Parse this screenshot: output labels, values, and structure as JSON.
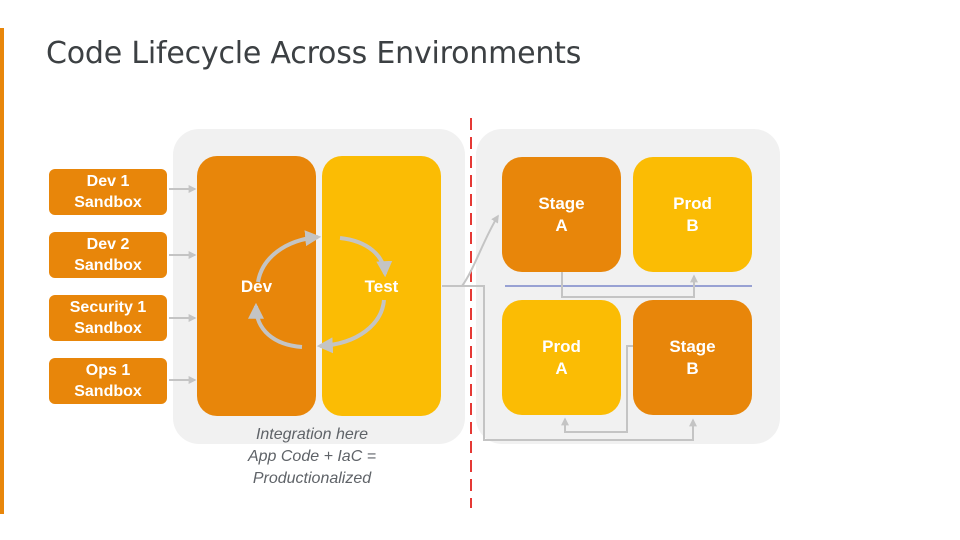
{
  "title": "Code Lifecycle Across Environments",
  "sandboxes": [
    {
      "label": "Dev 1\nSandbox"
    },
    {
      "label": "Dev 2\nSandbox"
    },
    {
      "label": "Security 1\nSandbox"
    },
    {
      "label": "Ops 1\nSandbox"
    }
  ],
  "stages": {
    "dev": "Dev",
    "test": "Test",
    "stage_a": "Stage\nA",
    "prod_b": "Prod\nB",
    "prod_a": "Prod\nA",
    "stage_b": "Stage\nB"
  },
  "caption": [
    "Integration here",
    "App Code + IaC =",
    "Productionalized"
  ],
  "colors": {
    "orange": "#e8860a",
    "yellow": "#fbbc04",
    "panel": "#f1f1f1",
    "arrow": "#c4c4c4",
    "divider": "#e53935",
    "blue_line": "#3f51b5"
  }
}
